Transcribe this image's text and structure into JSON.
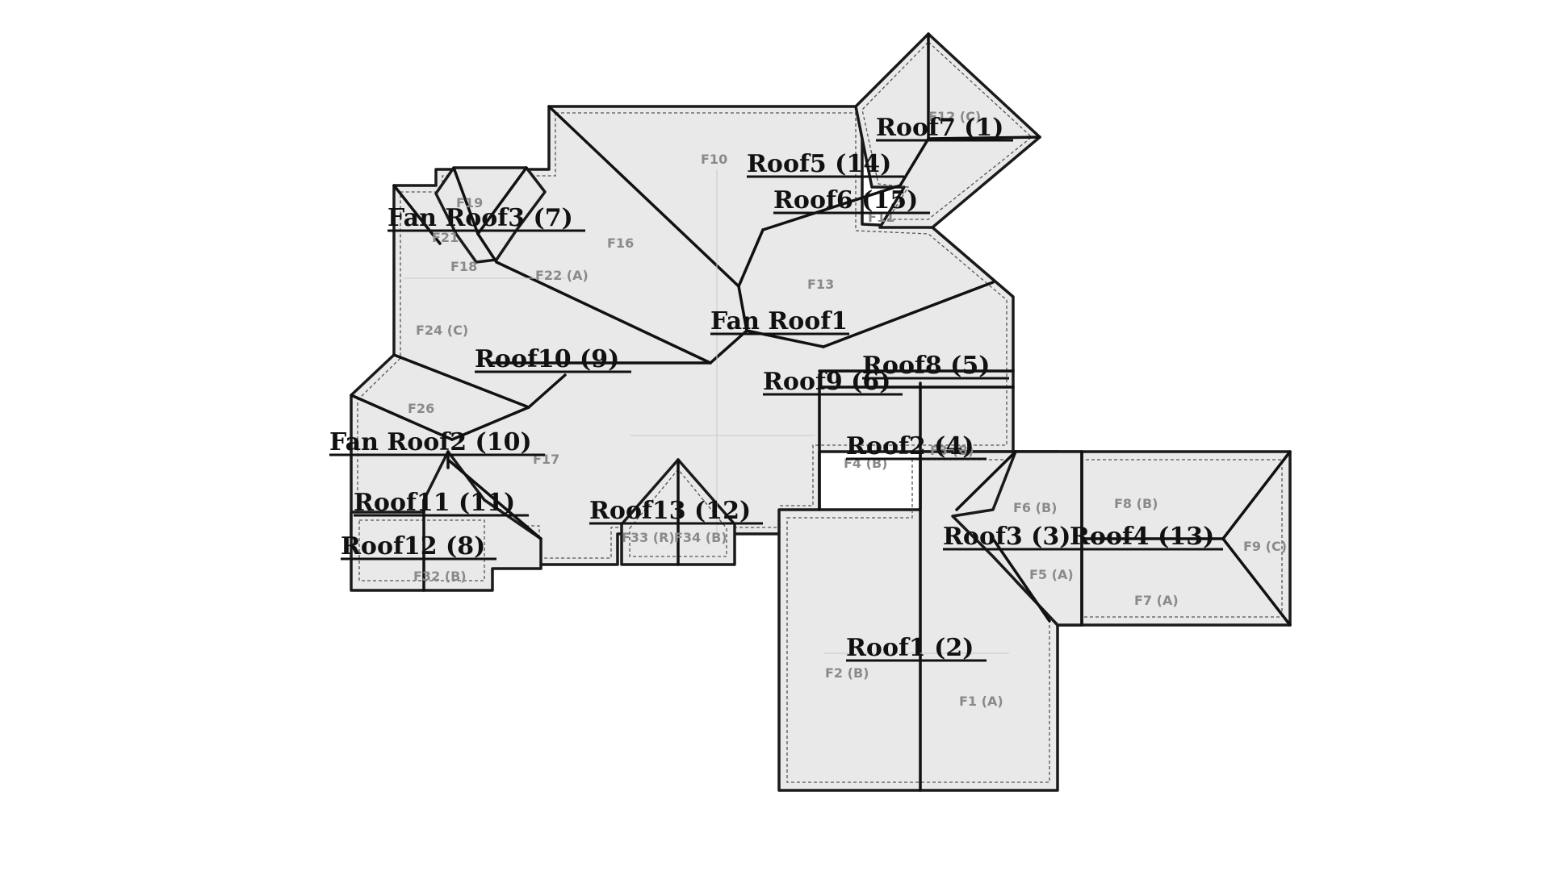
{
  "roof_labels": {
    "roof7": "Roof7  (1)",
    "roof5": "Roof5  (14)",
    "roof6": "Roof6  (15)",
    "fan_roof3": "Fan Roof3  (7)",
    "fan_roof1": "Fan Roof1",
    "roof10": "Roof10  (9)",
    "roof8": "Roof8  (5)",
    "roof9": "Roof9  (6)",
    "fan_roof2": "Fan Roof2  (10)",
    "roof2": "Roof2  (4)",
    "roof11": "Roof11  (11)",
    "roof13": "Roof13  (12)",
    "roof12": "Roof12  (8)",
    "roof3": "Roof3  (3)",
    "roof4": "Roof4  (13)",
    "roof1": "Roof1  (2)"
  },
  "face_labels": {
    "f10": "F10",
    "f11": "F11",
    "f16": "F16",
    "f22": "F22 (A)",
    "f19": "F19",
    "f18": "F18",
    "f13": "F13",
    "f24": "F24 (C)",
    "f26": "F26",
    "f17": "F17",
    "f4": "F4 (B)",
    "f3": "F3 (B)",
    "f6": "F6 (B)",
    "f8": "F8 (B)",
    "f9": "F9 (C)",
    "f5": "F5 (A)",
    "f7": "F7 (A)",
    "f33": "F33 (R)",
    "f34": "F34 (B)",
    "f32": "F32 (B)",
    "f2": "F2 (B)",
    "f1": "F1 (A)",
    "f12": "F12 (C)",
    "f21": "F21"
  }
}
